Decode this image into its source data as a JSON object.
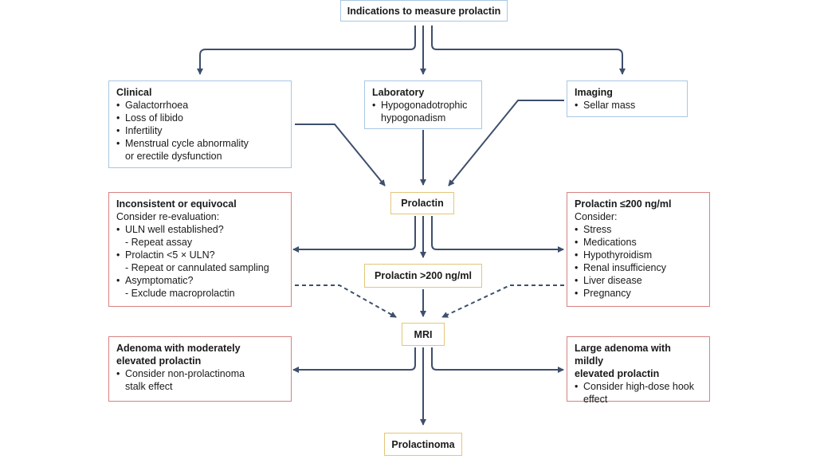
{
  "top": {
    "title": "Indications to measure prolactin"
  },
  "clinical": {
    "title": "Clinical",
    "items": [
      "Galactorrhoea",
      "Loss of libido",
      "Infertility",
      "Menstrual cycle abnormality",
      "or erectile dysfunction"
    ]
  },
  "laboratory": {
    "title": "Laboratory",
    "items": [
      "Hypogonadotrophic",
      "hypogonadism"
    ]
  },
  "imaging": {
    "title": "Imaging",
    "items": [
      "Sellar mass"
    ]
  },
  "prolactin": {
    "label": "Prolactin"
  },
  "inconsistent": {
    "title": "Inconsistent or equivocal",
    "intro": "Consider re-evaluation:",
    "items": [
      "ULN well established?",
      "- Repeat assay",
      "Prolactin <5 × ULN?",
      "- Repeat or cannulated sampling",
      "Asymptomatic?",
      "- Exclude macroprolactin"
    ]
  },
  "low_prolactin": {
    "title": "Prolactin ≤200 ng/ml",
    "intro": "Consider:",
    "items": [
      "Stress",
      "Medications",
      "Hypothyroidism",
      "Renal insufficiency",
      "Liver disease",
      "Pregnancy"
    ]
  },
  "high_prolactin": {
    "label": "Prolactin >200 ng/ml"
  },
  "mri": {
    "label": "MRI"
  },
  "adenoma_moderate": {
    "title": [
      "Adenoma with moderately",
      "elevated prolactin"
    ],
    "items": [
      "Consider non-prolactinoma",
      "stalk effect"
    ]
  },
  "adenoma_large": {
    "title": [
      "Large adenoma with mildly",
      "elevated prolactin"
    ],
    "items": [
      "Consider high-dose hook",
      "effect"
    ]
  },
  "prolactinoma": {
    "label": "Prolactinoma"
  },
  "colors": {
    "arrow": "#3d4f6b",
    "blue_border": "#a9c7e3",
    "red_border": "#d98282",
    "yellow_border": "#e3c67a"
  }
}
